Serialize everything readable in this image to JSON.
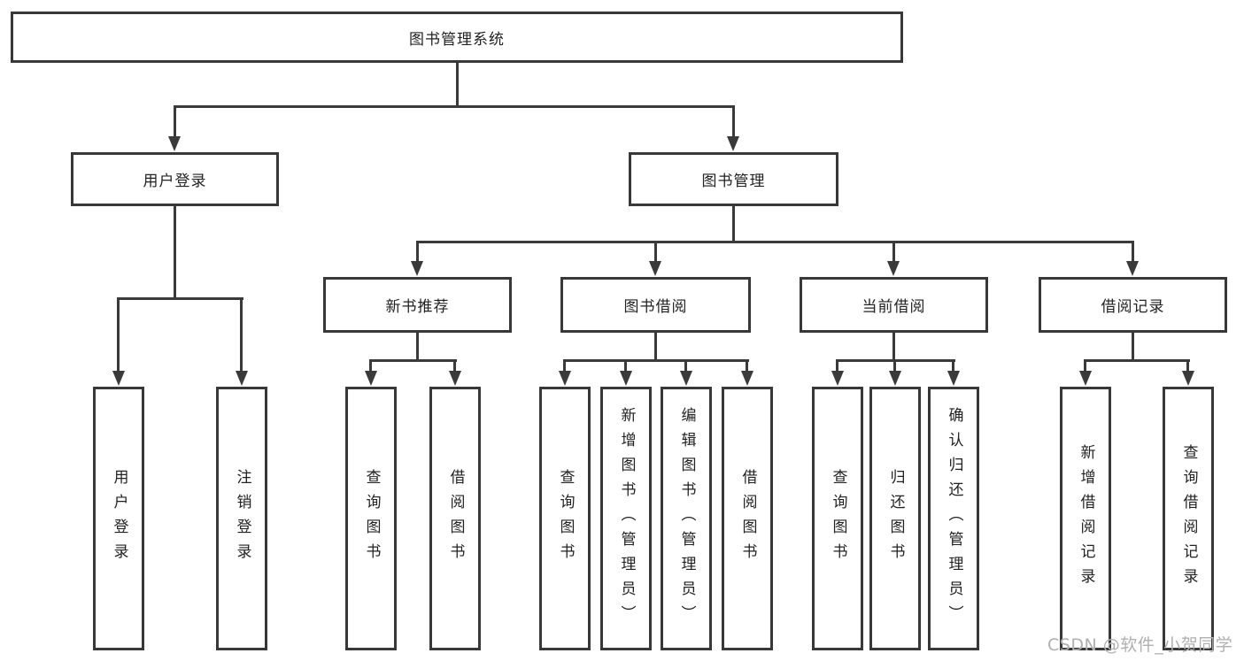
{
  "diagram": {
    "title": "图书管理系统",
    "root": "图书管理系统",
    "level2": [
      "用户登录",
      "图书管理"
    ],
    "level3": [
      "新书推荐",
      "图书借阅",
      "当前借阅",
      "借阅记录"
    ],
    "leaves": [
      "用户登录",
      "注销登录",
      "查询图书",
      "借阅图书",
      "查询图书",
      "新增图书（管理员）",
      "编辑图书（管理员）",
      "借阅图书",
      "查询图书",
      "归还图书",
      "确认归还（管理员）",
      "新增借阅记录",
      "查询借阅记录"
    ]
  },
  "watermark": "CSDN @软件_小贺同学",
  "colors": {
    "line": "#3a3a3a",
    "border": "#383838",
    "text": "#222222",
    "watermark": "#b0b0b0",
    "background": "#ffffff"
  }
}
